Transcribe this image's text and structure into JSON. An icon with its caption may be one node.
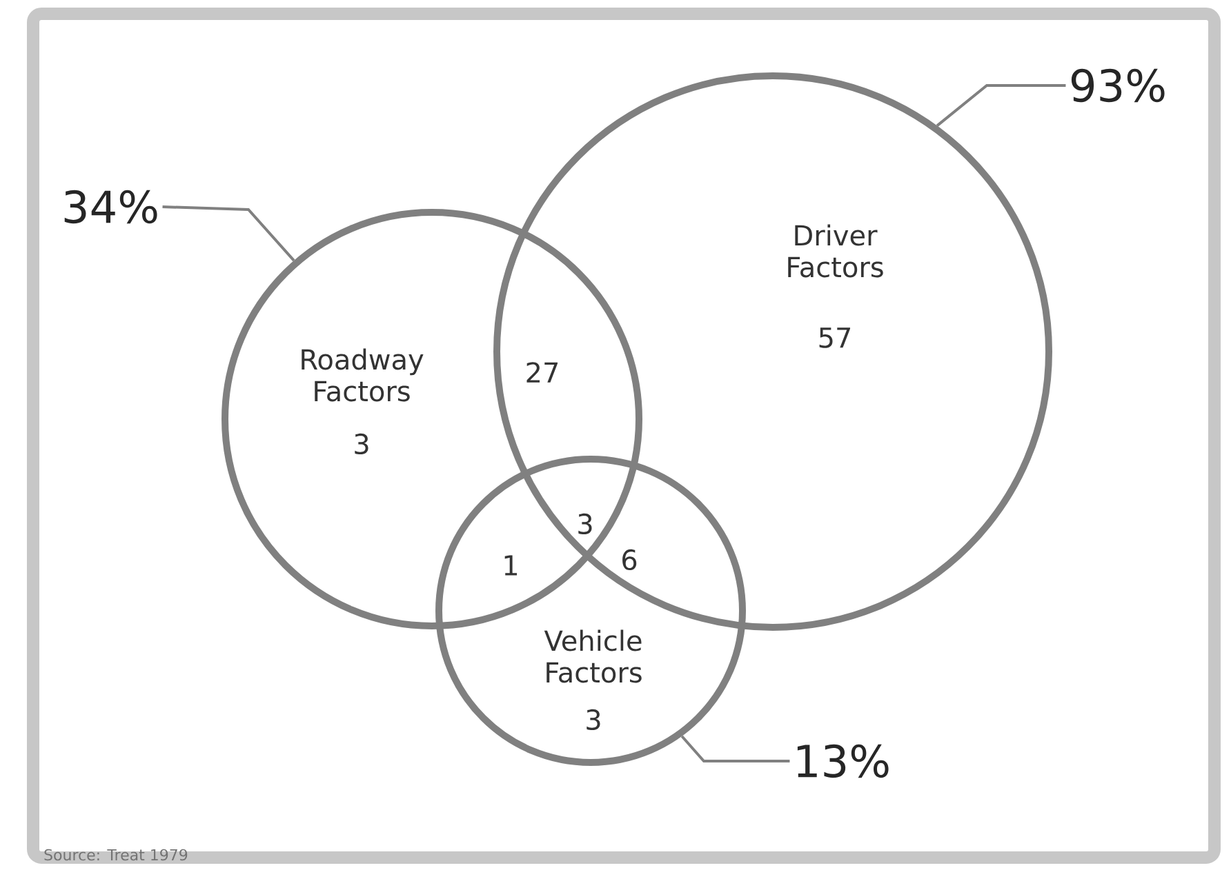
{
  "diagram": {
    "nodes": [
      {
        "text": [
          "Roadway Factors",
          "3"
        ]
      },
      {
        "text": [
          "Driver Factors",
          "57"
        ]
      },
      {
        "text": [
          "Vehicle Factors",
          "3"
        ]
      },
      {
        "text": [
          "34%"
        ]
      },
      {
        "text": [
          "93%"
        ]
      },
      {
        "text": [
          "13%"
        ]
      }
    ],
    "edges": [
      {
        "from": 3,
        "to": 0,
        "arrow": "none"
      },
      {
        "from": 4,
        "to": 1,
        "arrow": "none"
      },
      {
        "from": 5,
        "to": 2,
        "arrow": "none"
      }
    ],
    "labels": [
      "27",
      "3",
      "1",
      "6",
      "Source: Treat 1979"
    ]
  }
}
